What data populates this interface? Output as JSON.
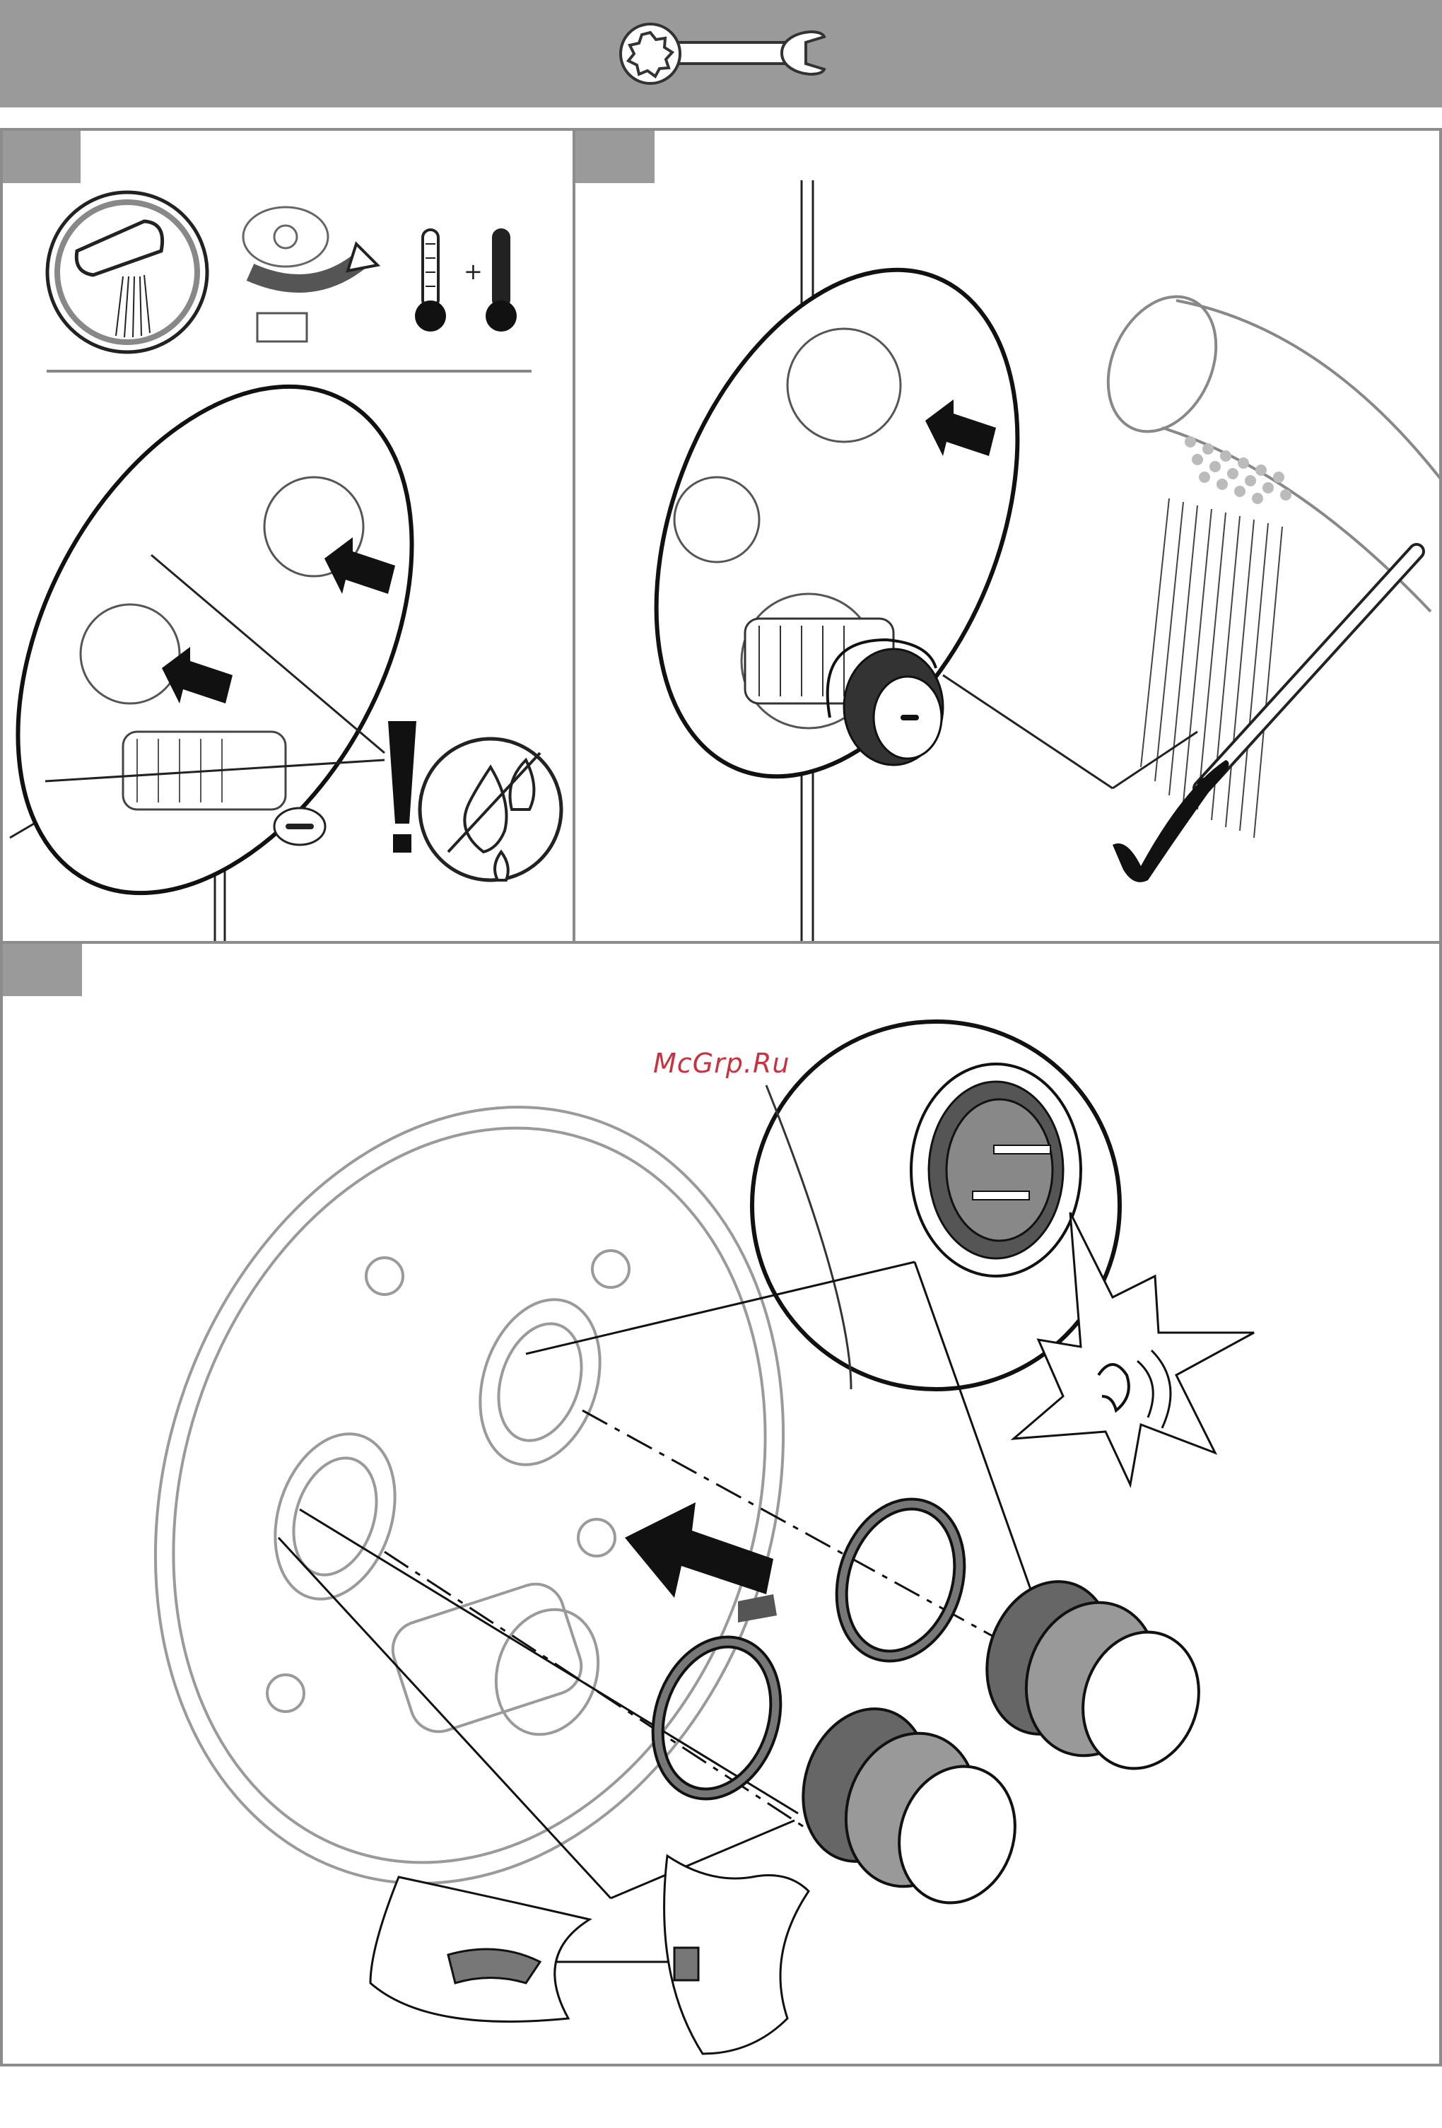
{
  "header": {
    "icon": "wrench-icon"
  },
  "steps": [
    {
      "id": "step-1",
      "icons": [
        "faucet-icon",
        "rotate-handle-icon",
        "thermometer-icon",
        "plus-icon",
        "thermometer-icon"
      ],
      "notice": [
        "exclamation-icon",
        "no-grease-icon"
      ]
    },
    {
      "id": "step-2",
      "icons": [
        "shower-head-icon",
        "thermometer-probe-icon",
        "checkmark-icon"
      ]
    },
    {
      "id": "step-3",
      "icons": [
        "push-arrow-icon",
        "click-sound-icon"
      ]
    }
  ],
  "watermark": "McGrp.Ru",
  "colors": {
    "header": "#9a9a9a",
    "border": "#8c8c8c",
    "watermark": "#c9333f"
  }
}
